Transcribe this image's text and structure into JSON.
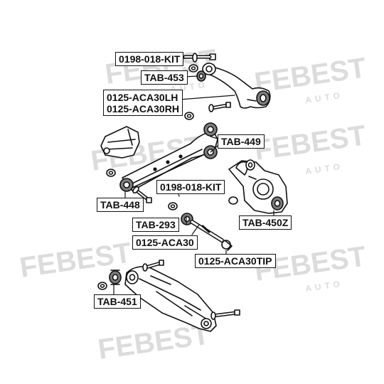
{
  "watermark": {
    "brand": "FEBEST",
    "sub": "AUTO",
    "color": "#dcdcdc"
  },
  "labels": {
    "kit_top": "0198-018-KIT",
    "tab453": "TAB-453",
    "aca30lh": "0125-ACA30LH",
    "aca30rh": "0125-ACA30RH",
    "tab449": "TAB-449",
    "kit_mid": "0198-018-KIT",
    "tab448": "TAB-448",
    "tab450z": "TAB-450Z",
    "tab293": "TAB-293",
    "aca30": "0125-ACA30",
    "aca30tip": "0125-ACA30TIP",
    "tab451": "TAB-451"
  },
  "colors": {
    "ink": "#111111",
    "highlight": "#7d7d7d"
  }
}
